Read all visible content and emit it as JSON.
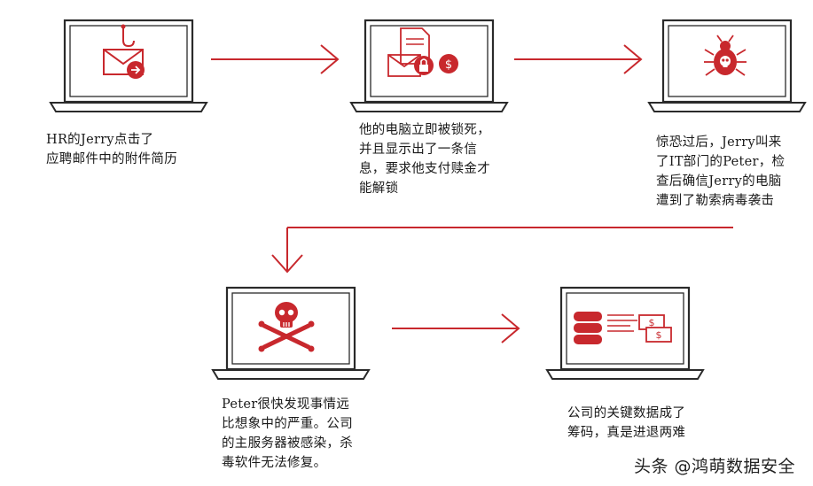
{
  "colors": {
    "accent": "#c8282d",
    "outline": "#2a2a2a",
    "background": "#ffffff"
  },
  "steps": [
    {
      "icon": "phishing-email-icon",
      "caption": "HR的Jerry点击了\n应聘邮件中的附件简历"
    },
    {
      "icon": "locked-document-ransom-icon",
      "caption": "他的电脑立即被锁死，\n并且显示出了一条信\n息，要求他支付赎金才\n能解锁"
    },
    {
      "icon": "bug-virus-icon",
      "caption": "惊恐过后，Jerry叫来\n了IT部门的Peter，检\n查后确信Jerry的电脑\n遭到了勒索病毒袭击"
    },
    {
      "icon": "skull-crossbones-icon",
      "caption": "Peter很快发现事情远\n比想象中的严重。公司\n的主服务器被感染，杀\n毒软件无法修复。"
    },
    {
      "icon": "server-money-icon",
      "caption": "公司的关键数据成了\n筹码，真是进退两难"
    }
  ],
  "watermark": "头条 @鸿萌数据安全"
}
